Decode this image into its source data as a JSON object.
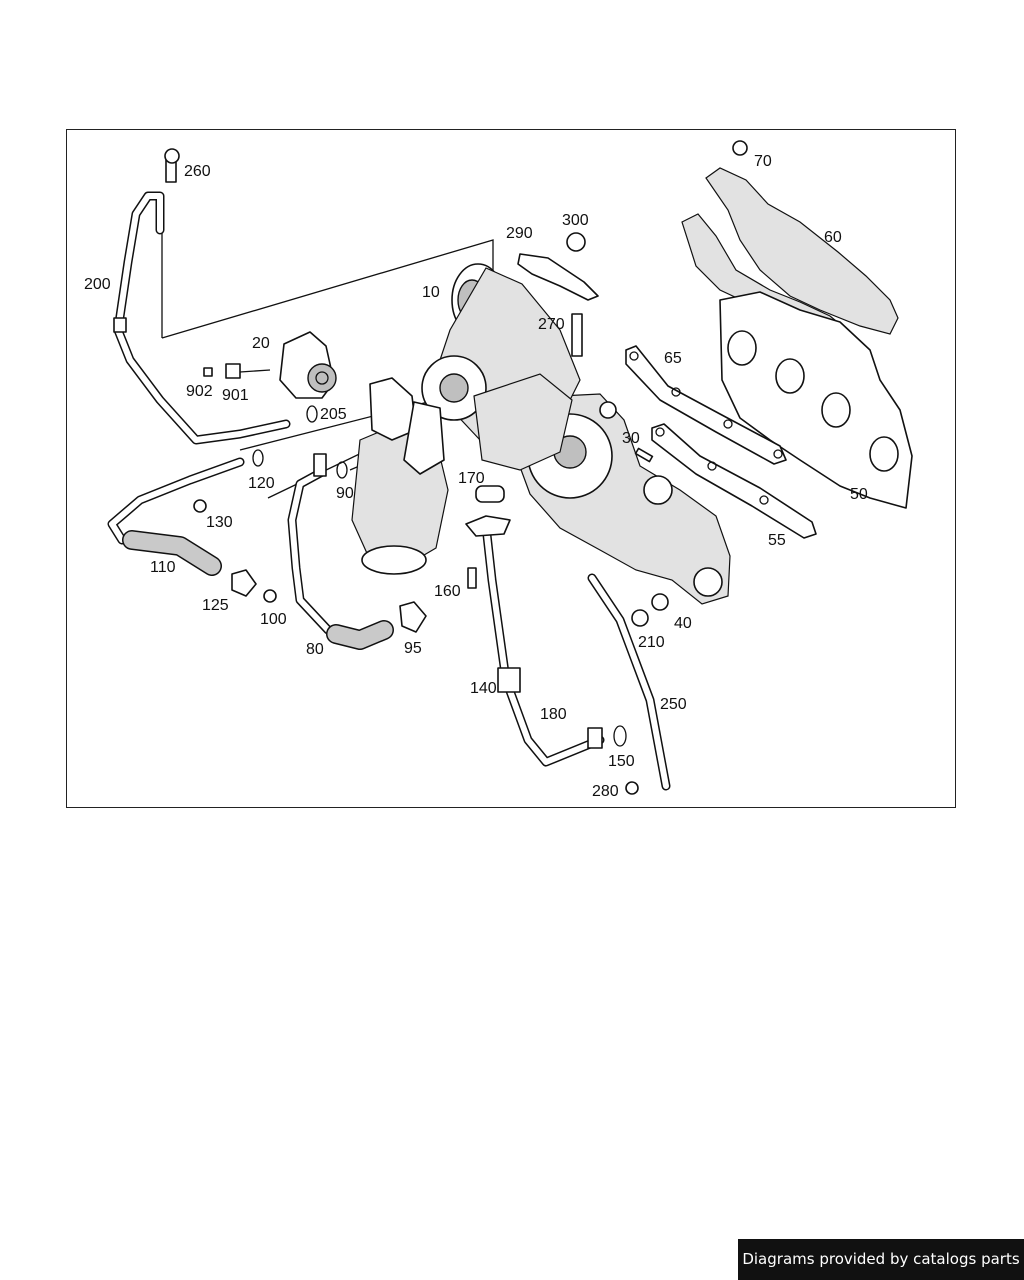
{
  "diagram": {
    "labels": [
      "10",
      "20",
      "30",
      "40",
      "50",
      "55",
      "60",
      "65",
      "70",
      "80",
      "90",
      "95",
      "100",
      "110",
      "120",
      "125",
      "130",
      "140",
      "150",
      "160",
      "170",
      "180",
      "200",
      "205",
      "210",
      "250",
      "260",
      "270",
      "280",
      "290",
      "300",
      "901",
      "902"
    ]
  },
  "footer": {
    "text": "Diagrams provided by catalogs parts"
  }
}
